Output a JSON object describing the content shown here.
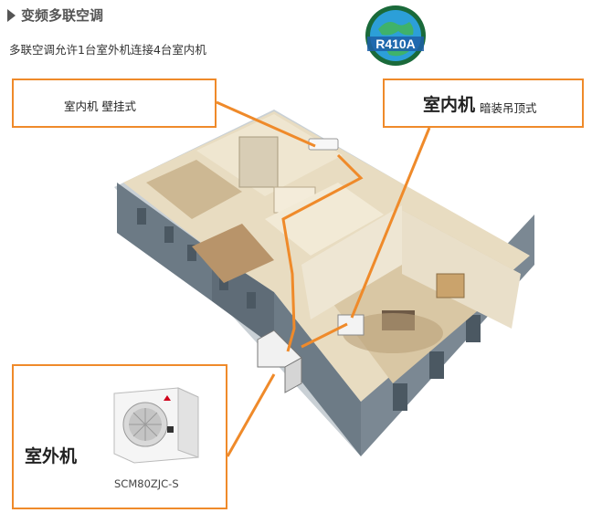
{
  "header": {
    "title": "变频多联空调",
    "subtitle": "多联空调允许1台室外机连接4台室内机"
  },
  "badge": {
    "text": "R410A"
  },
  "callouts": {
    "wall_mounted": {
      "label": "室内机 壁挂式"
    },
    "ceiling_concealed": {
      "title": "室内机",
      "subtitle": "暗装吊顶式"
    },
    "outdoor": {
      "title": "室外机",
      "model": "SCM80ZJC-S"
    }
  },
  "colors": {
    "accent": "#ef8a2a",
    "wall": "#6d7b86",
    "floor": "#d9c7a4",
    "interior": "#efe6d0"
  }
}
